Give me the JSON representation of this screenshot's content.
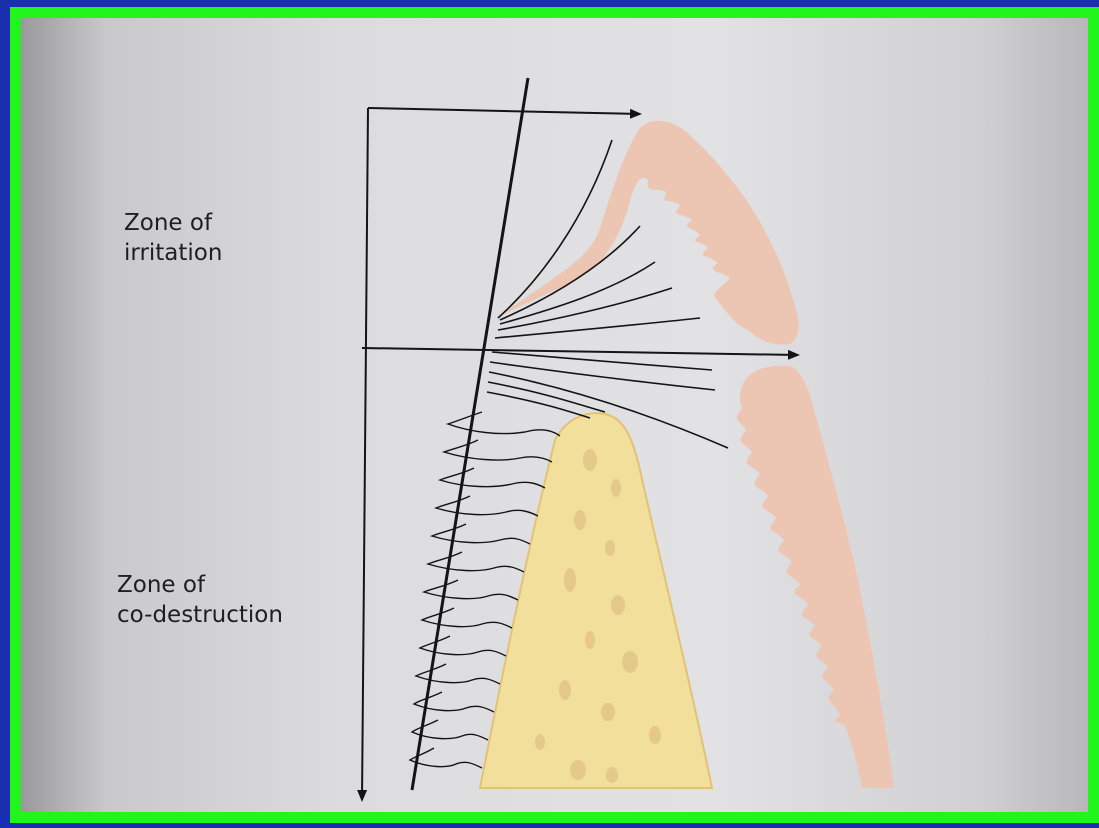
{
  "labels": {
    "zone_irritation": [
      "Zone of",
      "irritation"
    ],
    "zone_codestruction": [
      "Zone of",
      "co-destruction"
    ]
  },
  "colors": {
    "gingiva": "#edc6b3",
    "bone": "#f2df9c",
    "bone_edge": "#e2c277",
    "bone_spots": "#e5c98a",
    "ink": "#141414",
    "frame": "#22f51c",
    "outer_background": "#1a2fb0"
  }
}
